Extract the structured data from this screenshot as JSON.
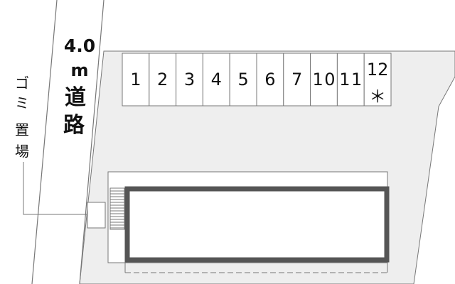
{
  "road": {
    "width_value": "4.0",
    "width_unit": "m",
    "label_char1": "道",
    "label_char2": "路"
  },
  "parking": {
    "slots": [
      "1",
      "2",
      "3",
      "4",
      "5",
      "6",
      "7",
      "10",
      "11",
      "12"
    ],
    "marked_slot_symbol": "＊"
  },
  "garbage": {
    "label_chars": [
      "ゴ",
      "ミ",
      "置",
      "場"
    ]
  },
  "colors": {
    "lot_fill": "#eeeeee",
    "outline": "#777777",
    "building_wall": "#555555"
  }
}
